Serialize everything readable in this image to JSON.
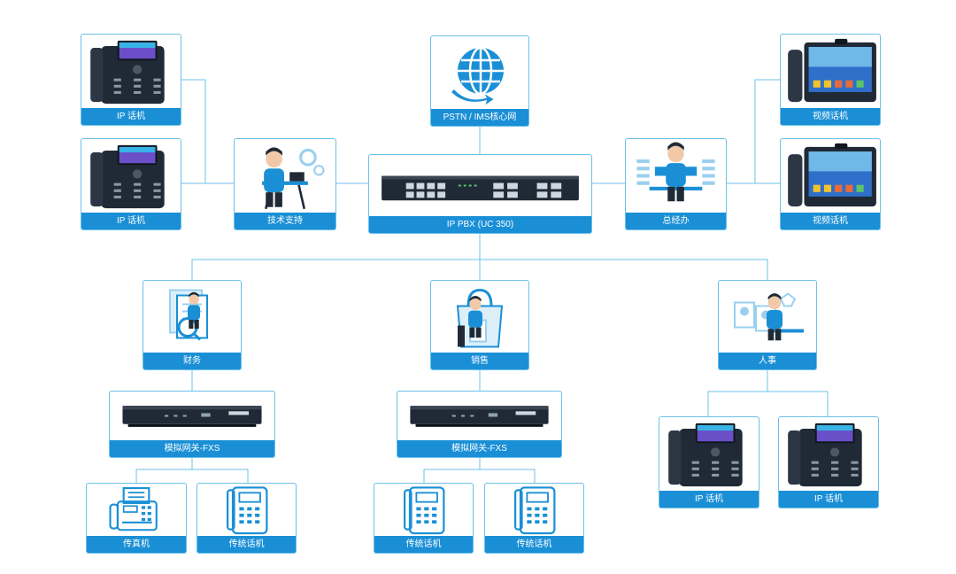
{
  "colors": {
    "accent": "#1a8fd6",
    "wire": "#6cc0e8",
    "device": "#1f2a36"
  },
  "center": {
    "label": "IP PBX (UC 350)",
    "icon": "ip-pbx-rack-icon"
  },
  "top": {
    "label": "PSTN / IMS核心网",
    "icon": "globe-network-icon"
  },
  "left": {
    "phone_1": "IP 话机",
    "phone_2": "IP 话机",
    "support": "技术支持"
  },
  "right": {
    "video_1": "视频话机",
    "video_2": "视频话机",
    "office": "总经办"
  },
  "departments": {
    "finance": "财务",
    "sales": "销售",
    "hr": "人事"
  },
  "gateways": {
    "finance": "模拟网关-FXS",
    "sales": "模拟网关-FXS"
  },
  "endpoints": {
    "fax": "传真机",
    "legacy_1": "传统话机",
    "legacy_2": "传统话机",
    "legacy_3": "传统话机",
    "hr_phone_1": "IP 话机",
    "hr_phone_2": "IP 话机"
  }
}
